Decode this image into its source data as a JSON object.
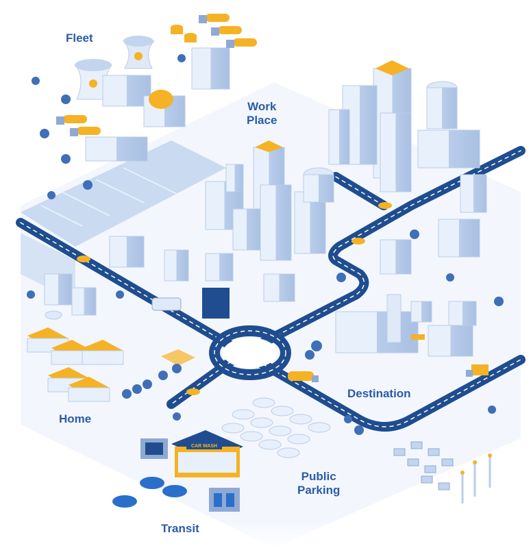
{
  "labels": {
    "fleet": "Fleet",
    "work_place": [
      "Work",
      "Place"
    ],
    "destination": "Destination",
    "home": "Home",
    "public_parking": [
      "Public",
      "Parking"
    ],
    "transit": "Transit"
  },
  "signs": {
    "car_wash": "CAR WASH"
  },
  "colors": {
    "road": "#1f4d8f",
    "road_dash": "#ffffff",
    "accent_yellow": "#f5b224",
    "building_light": "#dfe9f7",
    "building_mid": "#b9cdea",
    "building_dark": "#8fa9d4",
    "label_blue": "#2a5ba8",
    "tree": "#3f6fb6",
    "water": "#c9daf1"
  }
}
